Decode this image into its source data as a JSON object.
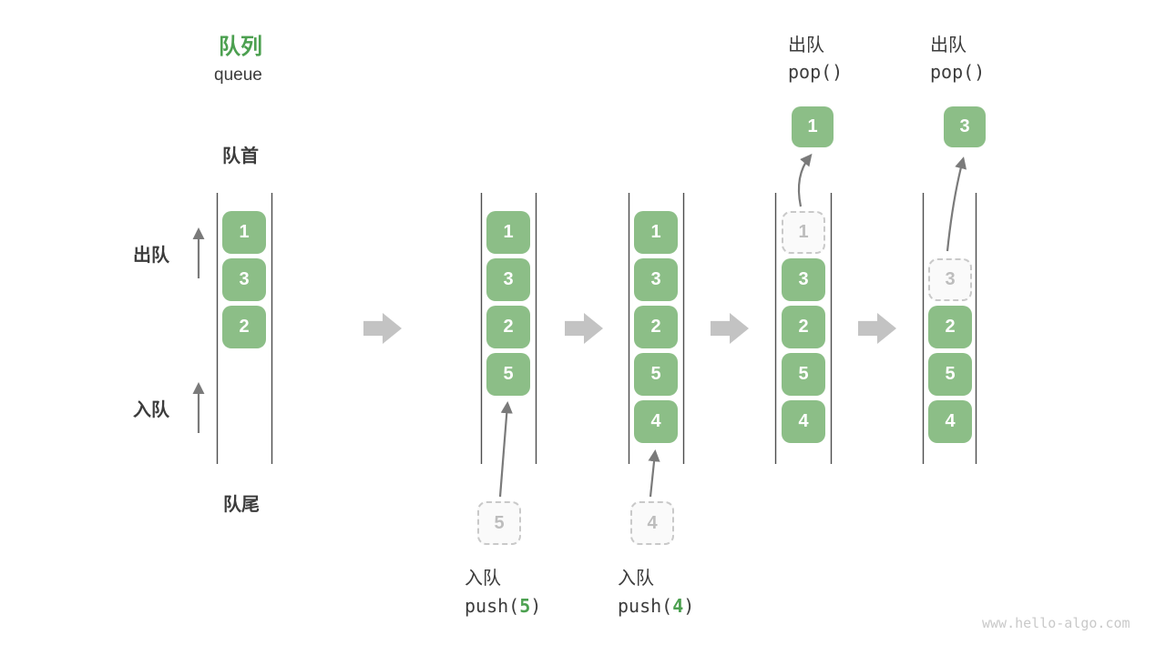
{
  "header": {
    "title_cn": "队列",
    "title_en": "queue"
  },
  "labels": {
    "front": "队首",
    "rear": "队尾",
    "dequeue_side": "出队",
    "enqueue_side": "入队"
  },
  "watermark": "www.hello-algo.com",
  "colors": {
    "box_green": "#8CBE87",
    "accent_green": "#4CA050",
    "wall_gray": "#4D4D4D",
    "arrow_gray": "#7A7A7A",
    "block_arrow_gray": "#C3C3C3",
    "ghost_gray": "#BDBDBD",
    "watermark_gray": "#C9C9C9"
  },
  "columns": [
    {
      "cells": [
        {
          "value": "1"
        },
        {
          "value": "3"
        },
        {
          "value": "2"
        }
      ]
    },
    {
      "cells": [
        {
          "value": "1"
        },
        {
          "value": "3"
        },
        {
          "value": "2"
        },
        {
          "value": "5"
        }
      ],
      "pending_value": "5",
      "op_label": "入队",
      "op_fn": "push(",
      "op_arg": "5",
      "op_close": ")"
    },
    {
      "cells": [
        {
          "value": "1"
        },
        {
          "value": "3"
        },
        {
          "value": "2"
        },
        {
          "value": "5"
        },
        {
          "value": "4"
        }
      ],
      "pending_value": "4",
      "op_label": "入队",
      "op_fn": "push(",
      "op_arg": "4",
      "op_close": ")"
    },
    {
      "cells": [
        {
          "value": "1",
          "ghost": true
        },
        {
          "value": "3"
        },
        {
          "value": "2"
        },
        {
          "value": "5"
        },
        {
          "value": "4"
        }
      ],
      "popped_value": "1",
      "op_label": "出队",
      "op_code": "pop()"
    },
    {
      "cells": [
        {
          "value": "3",
          "ghost": true
        },
        {
          "value": "2"
        },
        {
          "value": "5"
        },
        {
          "value": "4"
        }
      ],
      "popped_value": "3",
      "op_label": "出队",
      "op_code": "pop()"
    }
  ]
}
